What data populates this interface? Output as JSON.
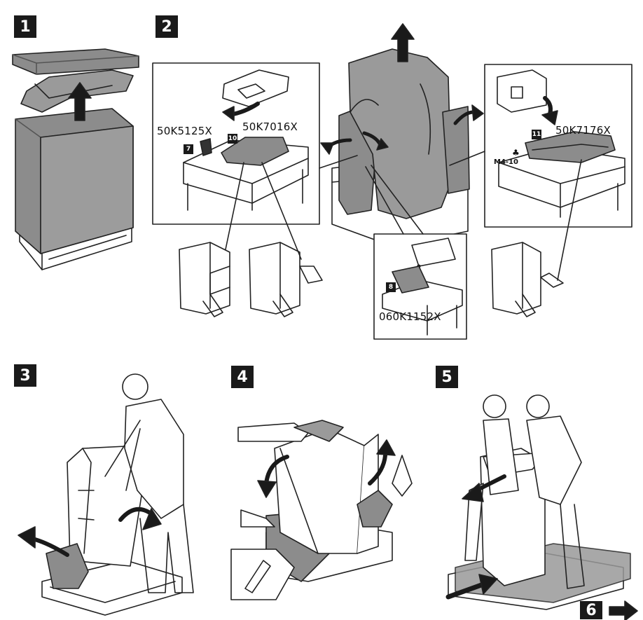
{
  "steps": [
    "1",
    "2",
    "3",
    "4",
    "5",
    "6"
  ],
  "parts": {
    "p1": "50K5125X",
    "p2": "50K7016X",
    "p3": "50K7176X",
    "p4": "060K1152X"
  },
  "item_labels": [
    "7",
    "10",
    "11",
    "8"
  ],
  "screw_label": "M4-10",
  "colors": {
    "box": "#8c8c8c",
    "dark": "#1a1a1a",
    "line": "#222222",
    "gray": "#9a9a9a"
  }
}
